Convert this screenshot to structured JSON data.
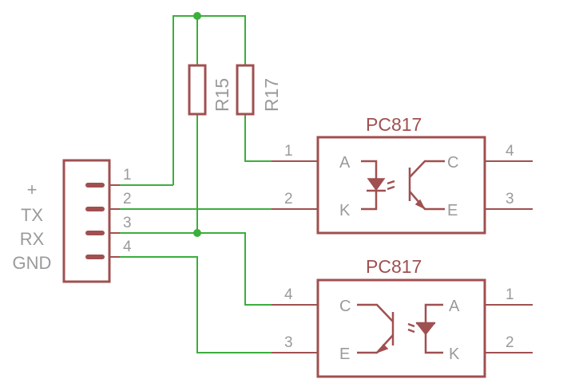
{
  "connector": {
    "signals": [
      "+",
      "TX",
      "RX",
      "GND"
    ],
    "pin_numbers": [
      "1",
      "2",
      "3",
      "4"
    ]
  },
  "resistors": [
    {
      "name": "R15"
    },
    {
      "name": "R17"
    }
  ],
  "optocoupler_top": {
    "part": "PC817",
    "left_pins": [
      "1",
      "2"
    ],
    "right_pins": [
      "4",
      "3"
    ],
    "left_labels": [
      "A",
      "K"
    ],
    "right_labels": [
      "C",
      "E"
    ]
  },
  "optocoupler_bottom": {
    "part": "PC817",
    "left_pins": [
      "4",
      "3"
    ],
    "right_pins": [
      "1",
      "2"
    ],
    "left_labels": [
      "C",
      "E"
    ],
    "right_labels": [
      "A",
      "K"
    ]
  },
  "colors": {
    "wire": "#3cae3c",
    "component": "#a05050",
    "text": "#9a9a9a"
  }
}
